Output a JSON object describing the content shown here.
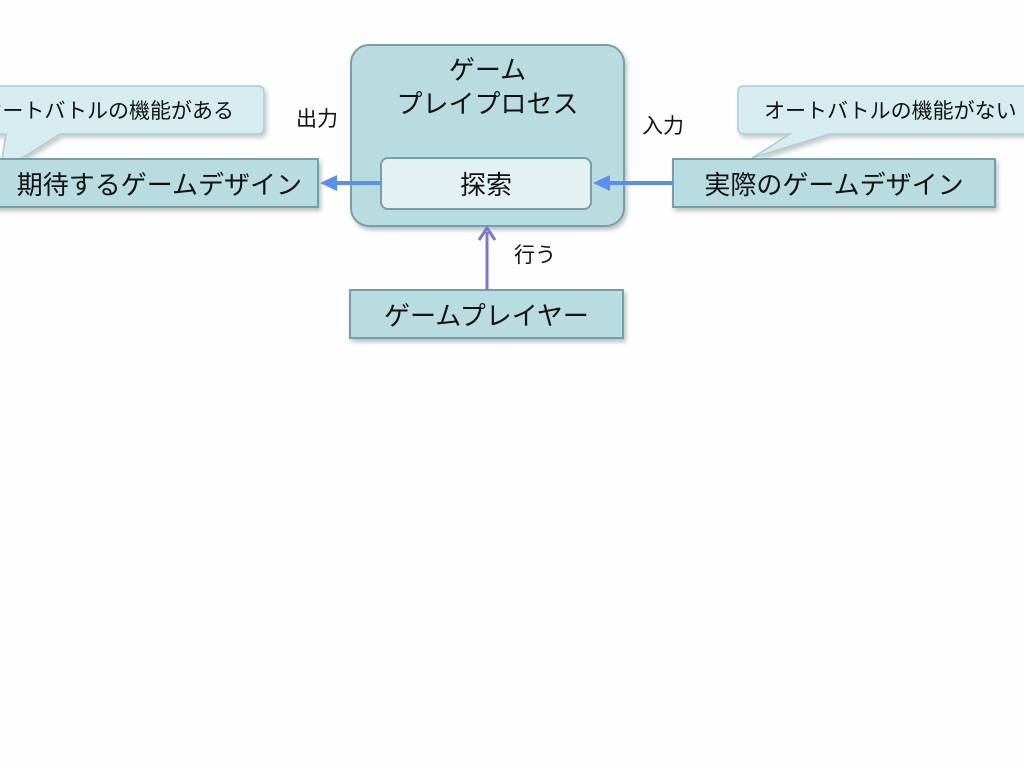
{
  "diagram": {
    "process_title_line1": "ゲーム",
    "process_title_line2": "プレイプロセス",
    "inner_box_label": "探索",
    "output_label": "出力",
    "input_label": "入力",
    "do_label": "行う",
    "expected_design": "期待するゲームデザイン",
    "actual_design": "実際のゲームデザイン",
    "player": "ゲームプレイヤー",
    "callout_left": "オートバトルの機能がある",
    "callout_right": "オートバトルの機能がない"
  },
  "colors": {
    "box_fill": "#b9dce1",
    "box_stroke": "#7a9ea6",
    "inner_fill": "#e4f1f2",
    "callout_fill": "#d6ecee",
    "arrow_blue": "#5b8fee",
    "arrow_purple": "#7a78c8"
  }
}
